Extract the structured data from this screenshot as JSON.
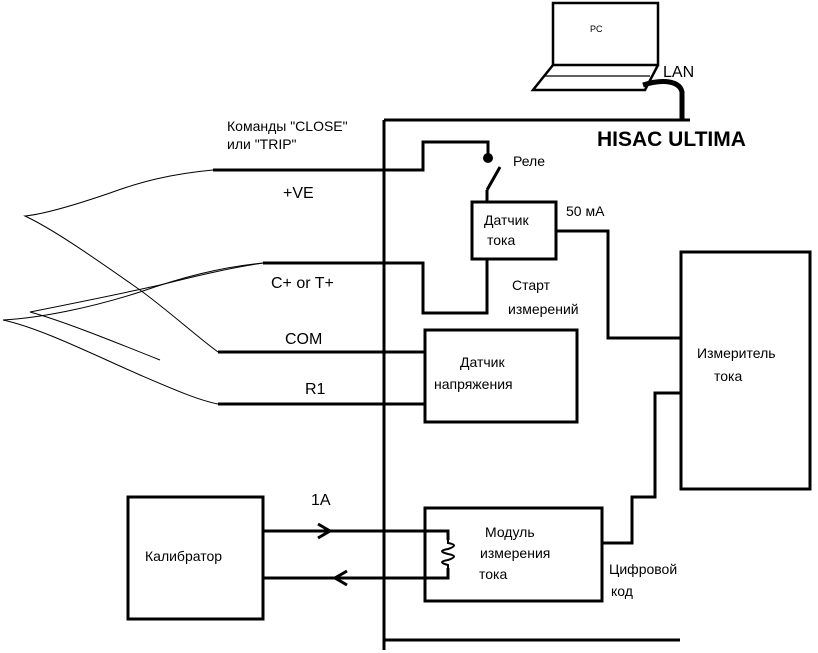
{
  "pc": {
    "label": "PC"
  },
  "lan": {
    "label": "LAN"
  },
  "device": {
    "title": "HISAC ULTIMA"
  },
  "commands": {
    "line1": "Команды \"CLOSE\"",
    "line2": "или \"TRIP\""
  },
  "relay": {
    "label": "Реле"
  },
  "current_sensor": {
    "line1": "Датчик",
    "line2": "тока"
  },
  "current_value": "50 мА",
  "start": {
    "line1": "Старт",
    "line2": "измерений"
  },
  "meter": {
    "line1": "Измеритель",
    "line2": "тока"
  },
  "voltage_sensor": {
    "line1": "Датчик",
    "line2": "напряжения"
  },
  "module": {
    "line1": "Модуль",
    "line2": "измерения",
    "line3": "тока"
  },
  "digital": {
    "line1": "Цифровой",
    "line2": "код"
  },
  "calibrator": {
    "label": "Калибратор"
  },
  "calib_current": "1A",
  "wires": {
    "ve": "+VE",
    "ct": "C+ or T+",
    "com": "COM",
    "r1": "R1"
  }
}
